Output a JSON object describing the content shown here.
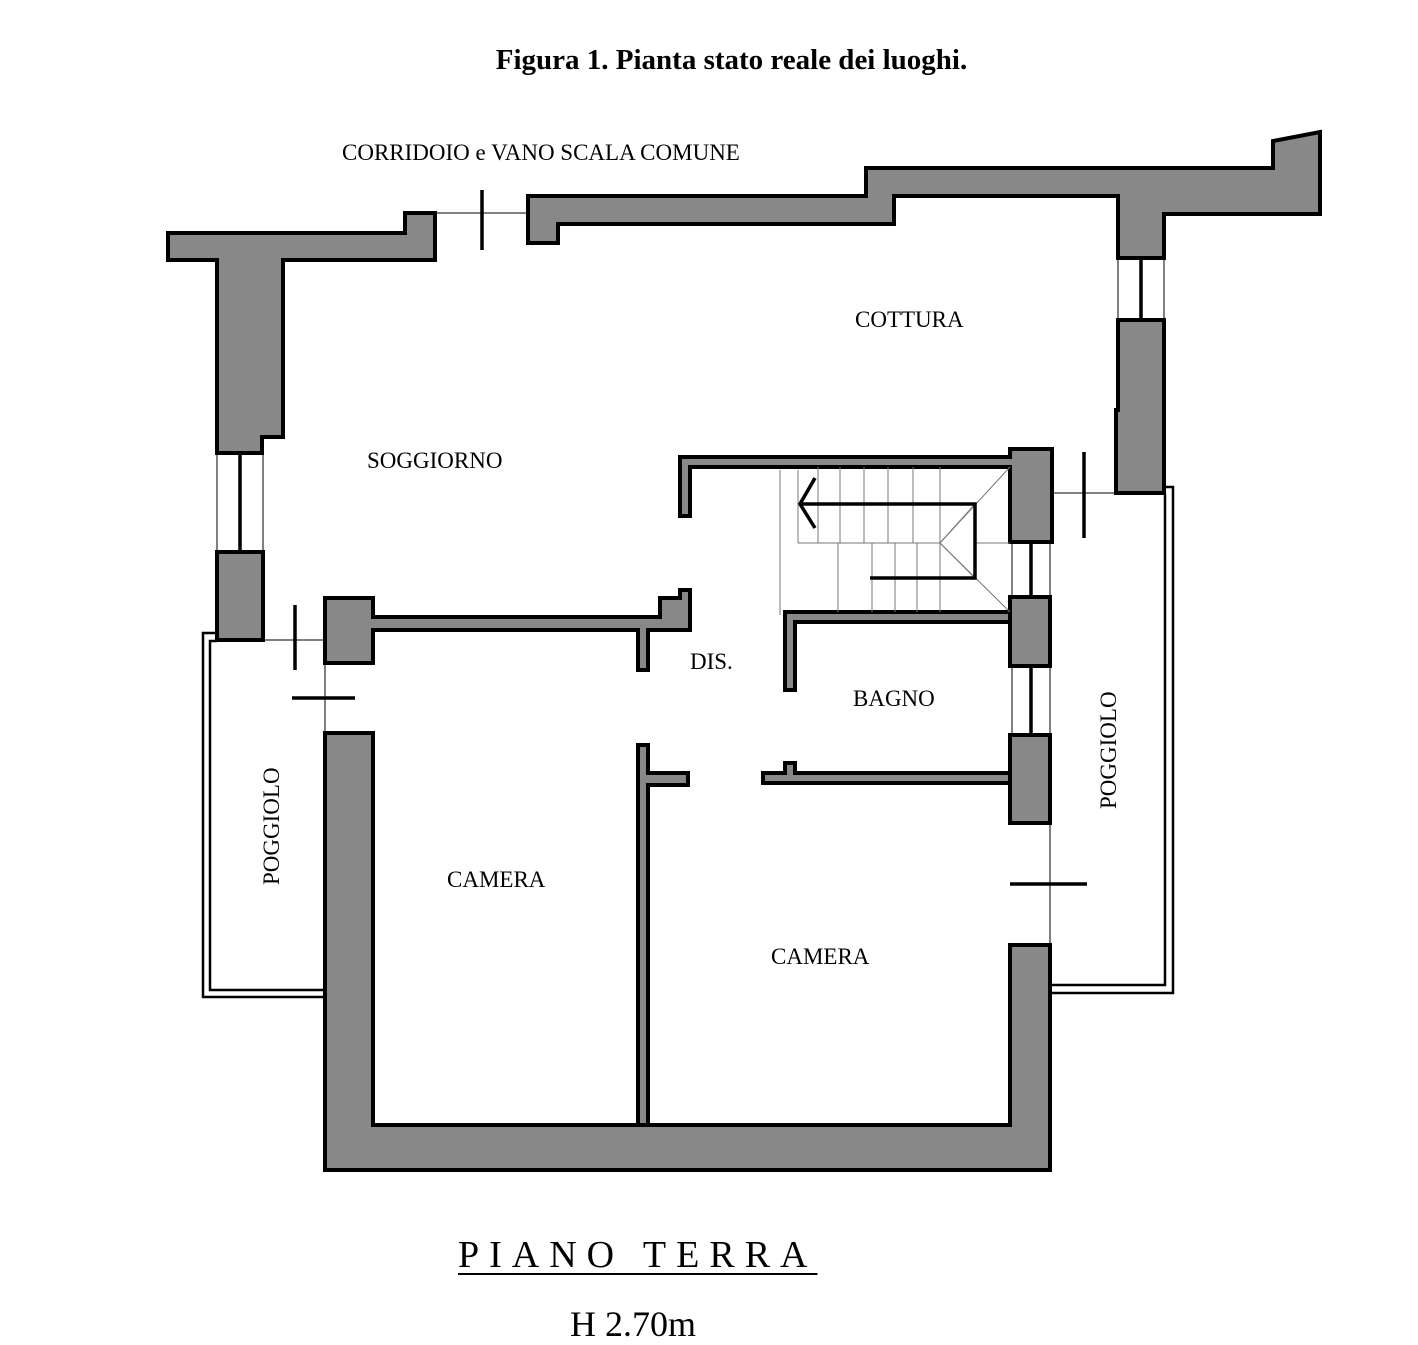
{
  "title": "Figura 1. Pianta stato reale dei luoghi.",
  "rooms": {
    "corridor": "CORRIDOIO e VANO SCALA COMUNE",
    "kitchen": "COTTURA",
    "living": "SOGGIORNO",
    "hall": "DIS.",
    "bathroom": "BAGNO",
    "bedroom_left": "CAMERA",
    "bedroom_right": "CAMERA",
    "balcony_left": "POGGIOLO",
    "balcony_right": "POGGIOLO"
  },
  "footer": {
    "floor": "PIANO TERRA",
    "height": "H 2.70m"
  },
  "colors": {
    "wall_fill": "#888888",
    "line": "#000000"
  }
}
